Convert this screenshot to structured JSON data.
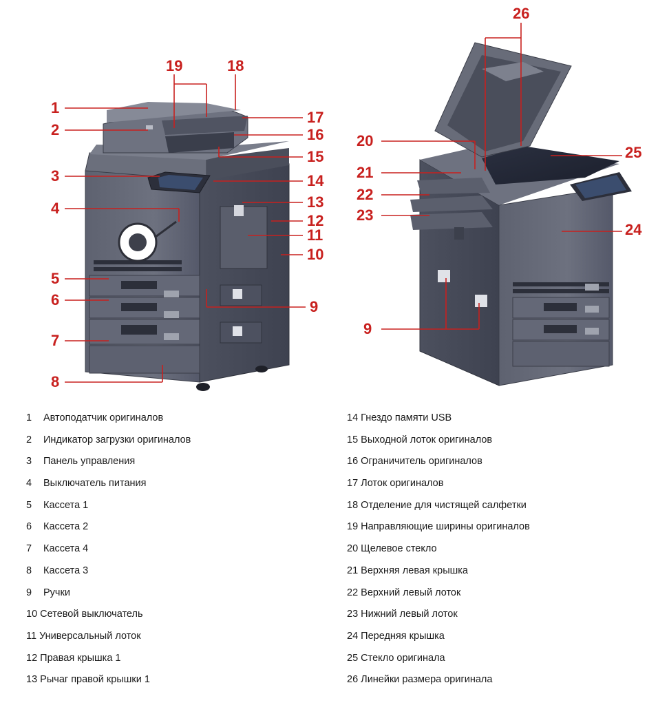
{
  "callouts_front": [
    "1",
    "2",
    "3",
    "4",
    "5",
    "6",
    "7",
    "8",
    "9",
    "10",
    "11",
    "12",
    "13",
    "14",
    "15",
    "16",
    "17",
    "18",
    "19"
  ],
  "callouts_rear": [
    "20",
    "21",
    "22",
    "23",
    "24",
    "25",
    "26",
    "9"
  ],
  "legend_left": [
    {
      "num": "1",
      "text": "Автоподатчик оригиналов"
    },
    {
      "num": "2",
      "text": "Индикатор загрузки оригиналов"
    },
    {
      "num": "3",
      "text": "Панель управления"
    },
    {
      "num": "4",
      "text": "Выключатель питания"
    },
    {
      "num": "5",
      "text": "Кассета 1"
    },
    {
      "num": "6",
      "text": "Кассета 2"
    },
    {
      "num": "7",
      "text": "Кассета 4"
    },
    {
      "num": "8",
      "text": "Кассета 3"
    },
    {
      "num": "9",
      "text": "Ручки"
    },
    {
      "num": "10",
      "text": "Сетевой выключатель"
    },
    {
      "num": "11",
      "text": "Универсальный лоток"
    },
    {
      "num": "12",
      "text": "Правая крышка 1"
    },
    {
      "num": "13",
      "text": "Рычаг правой крышки 1"
    }
  ],
  "legend_right": [
    {
      "num": "14",
      "text": "Гнездо памяти USB"
    },
    {
      "num": "15",
      "text": "Выходной лоток оригиналов"
    },
    {
      "num": "16",
      "text": "Ограничитель оригиналов"
    },
    {
      "num": "17",
      "text": "Лоток оригиналов"
    },
    {
      "num": "18",
      "text": "Отделение для чистящей салфетки"
    },
    {
      "num": "19",
      "text": "Направляющие ширины оригиналов"
    },
    {
      "num": "20",
      "text": "Щелевое стекло"
    },
    {
      "num": "21",
      "text": "Верхняя левая крышка"
    },
    {
      "num": "22",
      "text": "Верхний левый лоток"
    },
    {
      "num": "23",
      "text": "Нижний левый лоток"
    },
    {
      "num": "24",
      "text": "Передняя крышка"
    },
    {
      "num": "25",
      "text": "Стекло оригинала"
    },
    {
      "num": "26",
      "text": "Линейки размера оригинала"
    }
  ]
}
